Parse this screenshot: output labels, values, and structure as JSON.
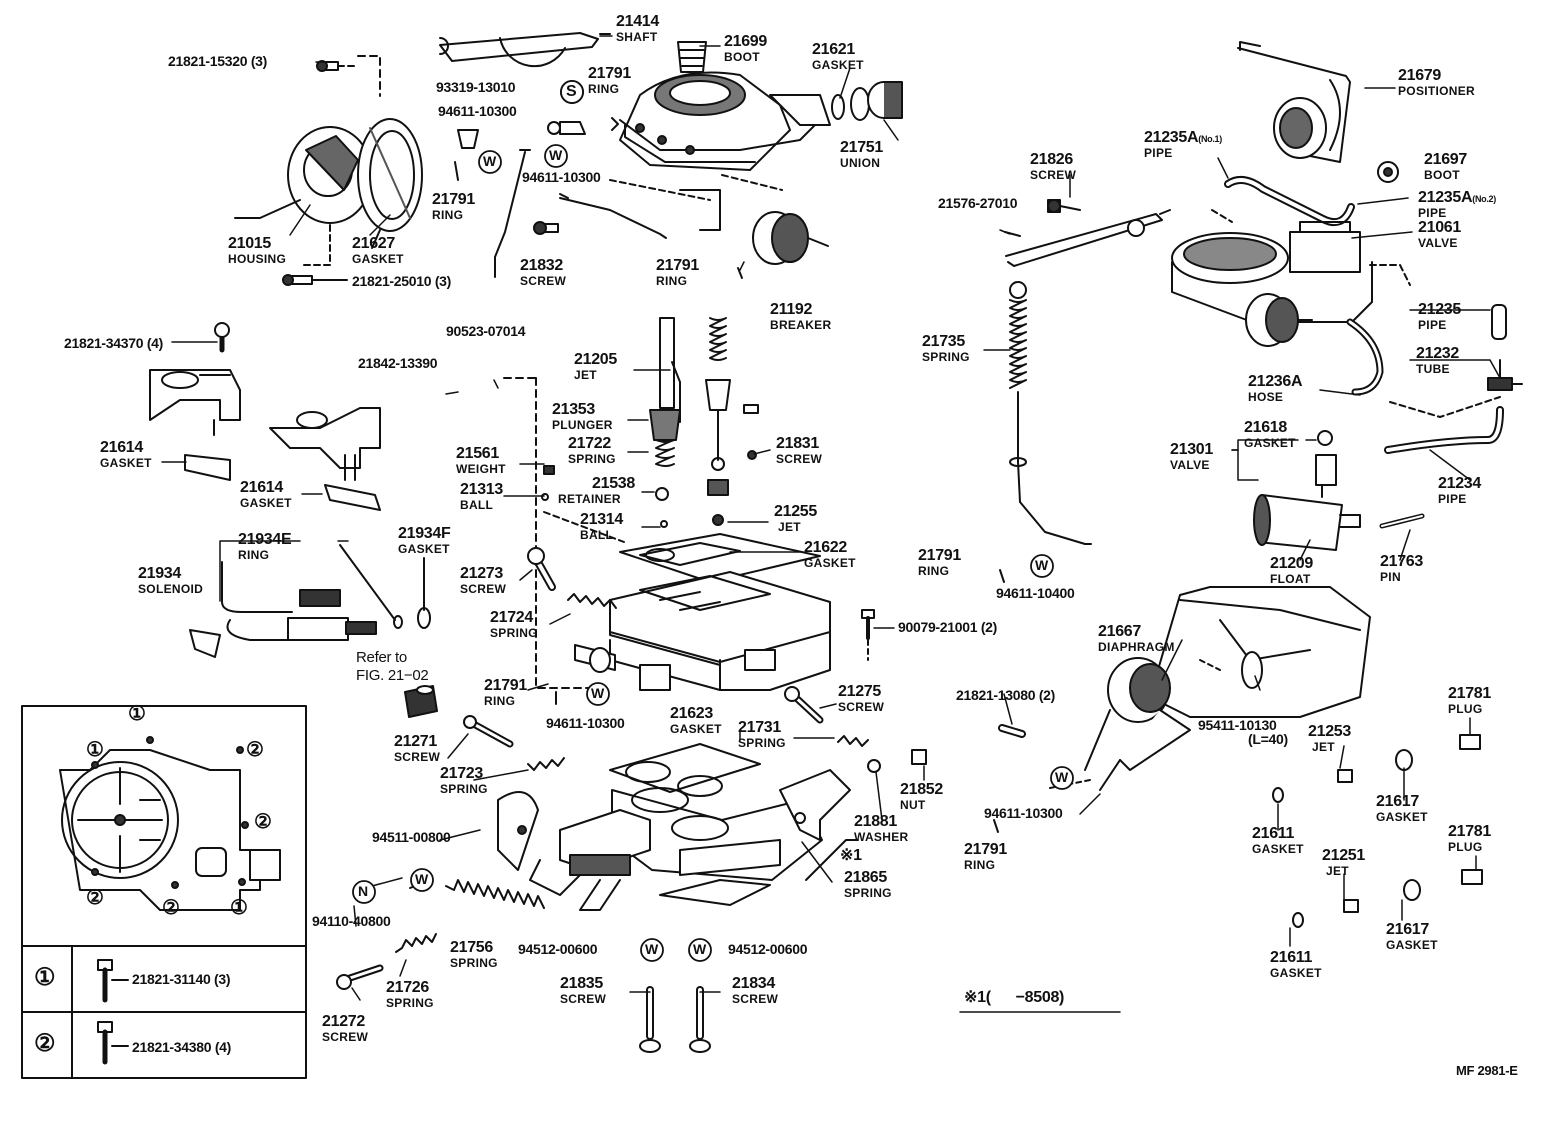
{
  "parts": [
    {
      "id": "p21414",
      "number": "21414",
      "desc": "SHAFT"
    },
    {
      "id": "p21699",
      "number": "21699",
      "desc": "BOOT"
    },
    {
      "id": "p21621",
      "number": "21621",
      "desc": "GASKET"
    },
    {
      "id": "p21821_15320",
      "number": "21821-15320 (3)",
      "desc": ""
    },
    {
      "id": "p93319",
      "number": "93319-13010",
      "desc": ""
    },
    {
      "id": "p21791_a",
      "number": "21791",
      "desc": "RING"
    },
    {
      "id": "p94611_a",
      "number": "94611-10300",
      "desc": ""
    },
    {
      "id": "p94611_b",
      "number": "94611-10300",
      "desc": ""
    },
    {
      "id": "p21791_b",
      "number": "21791",
      "desc": "RING"
    },
    {
      "id": "p21751",
      "number": "21751",
      "desc": "UNION"
    },
    {
      "id": "p21015",
      "number": "21015",
      "desc": "HOUSING"
    },
    {
      "id": "p21627",
      "number": "21627",
      "desc": "GASKET"
    },
    {
      "id": "p21832",
      "number": "21832",
      "desc": "SCREW"
    },
    {
      "id": "p21791_c",
      "number": "21791",
      "desc": "RING"
    },
    {
      "id": "p21821_25010",
      "number": "21821-25010 (3)",
      "desc": ""
    },
    {
      "id": "p21192",
      "number": "21192",
      "desc": "BREAKER"
    },
    {
      "id": "p21679",
      "number": "21679",
      "desc": "POSITIONER"
    },
    {
      "id": "p21235a1",
      "number": "21235A",
      "sub": "(No.1)",
      "desc": "PIPE"
    },
    {
      "id": "p21697",
      "number": "21697",
      "desc": "BOOT"
    },
    {
      "id": "p21235a2",
      "number": "21235A",
      "sub": "(No.2)",
      "desc": "PIPE"
    },
    {
      "id": "p21826",
      "number": "21826",
      "desc": "SCREW"
    },
    {
      "id": "p21576",
      "number": "21576-27010",
      "desc": ""
    },
    {
      "id": "p21061",
      "number": "21061",
      "desc": "VALVE"
    },
    {
      "id": "p21235",
      "number": "21235",
      "desc": "PIPE"
    },
    {
      "id": "p21232",
      "number": "21232",
      "desc": "TUBE"
    },
    {
      "id": "p21236a",
      "number": "21236A",
      "desc": "HOSE"
    },
    {
      "id": "p21735",
      "number": "21735",
      "desc": "SPRING"
    },
    {
      "id": "p21821_34370",
      "number": "21821-34370 (4)",
      "desc": ""
    },
    {
      "id": "p90523",
      "number": "90523-07014",
      "desc": ""
    },
    {
      "id": "p21842",
      "number": "21842-13390",
      "desc": ""
    },
    {
      "id": "p21205",
      "number": "21205",
      "desc": "JET"
    },
    {
      "id": "p21353",
      "number": "21353",
      "desc": "PLUNGER"
    },
    {
      "id": "p21722",
      "number": "21722",
      "desc": "SPRING"
    },
    {
      "id": "p21831",
      "number": "21831",
      "desc": "SCREW"
    },
    {
      "id": "p21614_a",
      "number": "21614",
      "desc": "GASKET"
    },
    {
      "id": "p21614_b",
      "number": "21614",
      "desc": "GASKET"
    },
    {
      "id": "p21561",
      "number": "21561",
      "desc": "WEIGHT"
    },
    {
      "id": "p21313",
      "number": "21313",
      "desc": "BALL"
    },
    {
      "id": "p21538",
      "number": "21538",
      "desc": "RETAINER"
    },
    {
      "id": "p21314",
      "number": "21314",
      "desc": "BALL"
    },
    {
      "id": "p21255",
      "number": "21255",
      "desc": "JET"
    },
    {
      "id": "p21618",
      "number": "21618",
      "desc": "GASKET"
    },
    {
      "id": "p21301",
      "number": "21301",
      "desc": "VALVE"
    },
    {
      "id": "p21234",
      "number": "21234",
      "desc": "PIPE"
    },
    {
      "id": "p21934e",
      "number": "21934E",
      "desc": "RING"
    },
    {
      "id": "p21934f",
      "number": "21934F",
      "desc": "GASKET"
    },
    {
      "id": "p21934",
      "number": "21934",
      "desc": "SOLENOID"
    },
    {
      "id": "p21622",
      "number": "21622",
      "desc": "GASKET"
    },
    {
      "id": "p21273",
      "number": "21273",
      "desc": "SCREW"
    },
    {
      "id": "p21724",
      "number": "21724",
      "desc": "SPRING"
    },
    {
      "id": "p21791_d",
      "number": "21791",
      "desc": "RING"
    },
    {
      "id": "p94611_c",
      "number": "94611-10400",
      "desc": ""
    },
    {
      "id": "p21209",
      "number": "21209",
      "desc": "FLOAT"
    },
    {
      "id": "p21763",
      "number": "21763",
      "desc": "PIN"
    },
    {
      "id": "p90079",
      "number": "90079-21001 (2)",
      "desc": ""
    },
    {
      "id": "p21667",
      "number": "21667",
      "desc": "DIAPHRAGM"
    },
    {
      "id": "p21791_e",
      "number": "21791",
      "desc": "RING"
    },
    {
      "id": "p94611_d",
      "number": "94611-10300",
      "desc": ""
    },
    {
      "id": "p21275",
      "number": "21275",
      "desc": "SCREW"
    },
    {
      "id": "p21623",
      "number": "21623",
      "desc": "GASKET"
    },
    {
      "id": "p21731",
      "number": "21731",
      "desc": "SPRING"
    },
    {
      "id": "p21821_13080",
      "number": "21821-13080 (2)",
      "desc": ""
    },
    {
      "id": "p95411",
      "number": "95411-10130",
      "desc": "(L=40)"
    },
    {
      "id": "p21781_a",
      "number": "21781",
      "desc": "PLUG"
    },
    {
      "id": "p21253",
      "number": "21253",
      "desc": "JET"
    },
    {
      "id": "p21271",
      "number": "21271",
      "desc": "SCREW"
    },
    {
      "id": "p21852",
      "number": "21852",
      "desc": "NUT"
    },
    {
      "id": "p21723",
      "number": "21723",
      "desc": "SPRING"
    },
    {
      "id": "p21881",
      "number": "21881",
      "desc": "WASHER"
    },
    {
      "id": "p94611_e",
      "number": "94611-10300",
      "desc": ""
    },
    {
      "id": "p21617_a",
      "number": "21617",
      "desc": "GASKET"
    },
    {
      "id": "p21611_a",
      "number": "21611",
      "desc": "GASKET"
    },
    {
      "id": "p94511",
      "number": "94511-00800",
      "desc": ""
    },
    {
      "id": "p21791_f",
      "number": "21791",
      "desc": "RING"
    },
    {
      "id": "p21251",
      "number": "21251",
      "desc": "JET"
    },
    {
      "id": "p21781_b",
      "number": "21781",
      "desc": "PLUG"
    },
    {
      "id": "p21865",
      "number": "21865",
      "desc": "SPRING"
    },
    {
      "id": "p94110",
      "number": "94110-40800",
      "desc": ""
    },
    {
      "id": "p21756",
      "number": "21756",
      "desc": "SPRING"
    },
    {
      "id": "p94512_a",
      "number": "94512-00600",
      "desc": ""
    },
    {
      "id": "p94512_b",
      "number": "94512-00600",
      "desc": ""
    },
    {
      "id": "p21617_b",
      "number": "21617",
      "desc": "GASKET"
    },
    {
      "id": "p21611_b",
      "number": "21611",
      "desc": "GASKET"
    },
    {
      "id": "p21726",
      "number": "21726",
      "desc": "SPRING"
    },
    {
      "id": "p21835",
      "number": "21835",
      "desc": "SCREW"
    },
    {
      "id": "p21834",
      "number": "21834",
      "desc": "SCREW"
    },
    {
      "id": "p21272",
      "number": "21272",
      "desc": "SCREW"
    }
  ],
  "circled_letters": {
    "S": "S",
    "W": "W",
    "N": "N"
  },
  "refer_note": {
    "line1": "Refer to",
    "line2": "FIG. 21−02"
  },
  "star_note": "※1",
  "footnote": "※1(      −8508)",
  "figure_code": "MF 2981-E",
  "legend": [
    {
      "mark": "①",
      "part": "21821-31140 (3)"
    },
    {
      "mark": "②",
      "part": "21821-34380 (4)"
    }
  ],
  "inset_marks": [
    "①",
    "①",
    "②",
    "②",
    "②",
    "②",
    "①"
  ]
}
